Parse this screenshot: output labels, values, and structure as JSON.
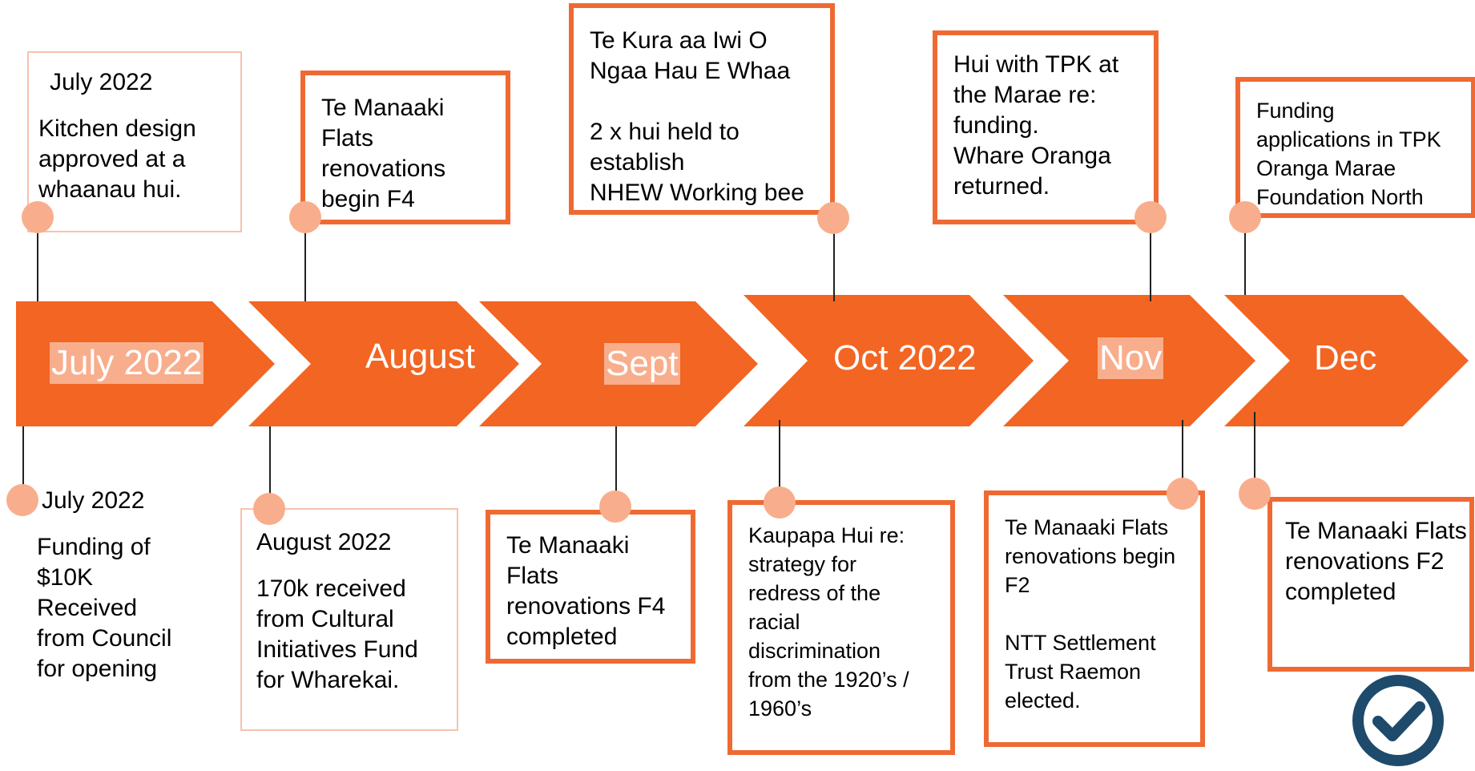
{
  "colors": {
    "arrow_orange": "#F26522",
    "box_border": "#EF6A33",
    "thin_border": "#F7C2AC",
    "dot": "#F8AE8C",
    "highlight": "#F8AE8C",
    "check_circle": "#1E4A6B"
  },
  "arrows": [
    {
      "label": "July 2022"
    },
    {
      "label": "August"
    },
    {
      "label": "Sept"
    },
    {
      "label": "Oct 2022"
    },
    {
      "label": "Nov"
    },
    {
      "label": "Dec"
    }
  ],
  "top_events": [
    {
      "date": "July 2022",
      "text": "Kitchen design\napproved at a\nwhaanau hui."
    },
    {
      "text": "Te Manaaki\nFlats\nrenovations\nbegin F4"
    },
    {
      "text": "Te Kura aa Iwi O\nNgaa Hau E Whaa\n\n2 x hui held to\nestablish\nNHEW Working bee"
    },
    {
      "text": "Hui with TPK at\nthe Marae re:\nfunding.\nWhare Oranga\nreturned."
    },
    {
      "text": "Funding\napplications in TPK\nOranga Marae\nFoundation North"
    }
  ],
  "bottom_events": [
    {
      "date": "July 2022",
      "text": "Funding of\n$10K\nReceived\nfrom Council\nfor opening"
    },
    {
      "date": "August 2022",
      "text": "170k received\nfrom Cultural\nInitiatives Fund\nfor Wharekai."
    },
    {
      "text": "Te Manaaki\nFlats\nrenovations F4\ncompleted"
    },
    {
      "text": "Kaupapa Hui re:\nstrategy for\nredress of the\nracial\ndiscrimination\nfrom the 1920’s /\n1960’s"
    },
    {
      "text": "Te Manaaki Flats\nrenovations begin\nF2\n\nNTT Settlement\nTrust Raemon\nelected."
    },
    {
      "text": "Te Manaaki Flats\nrenovations F2\ncompleted"
    }
  ],
  "badge": {
    "icon": "check-circle-icon"
  }
}
